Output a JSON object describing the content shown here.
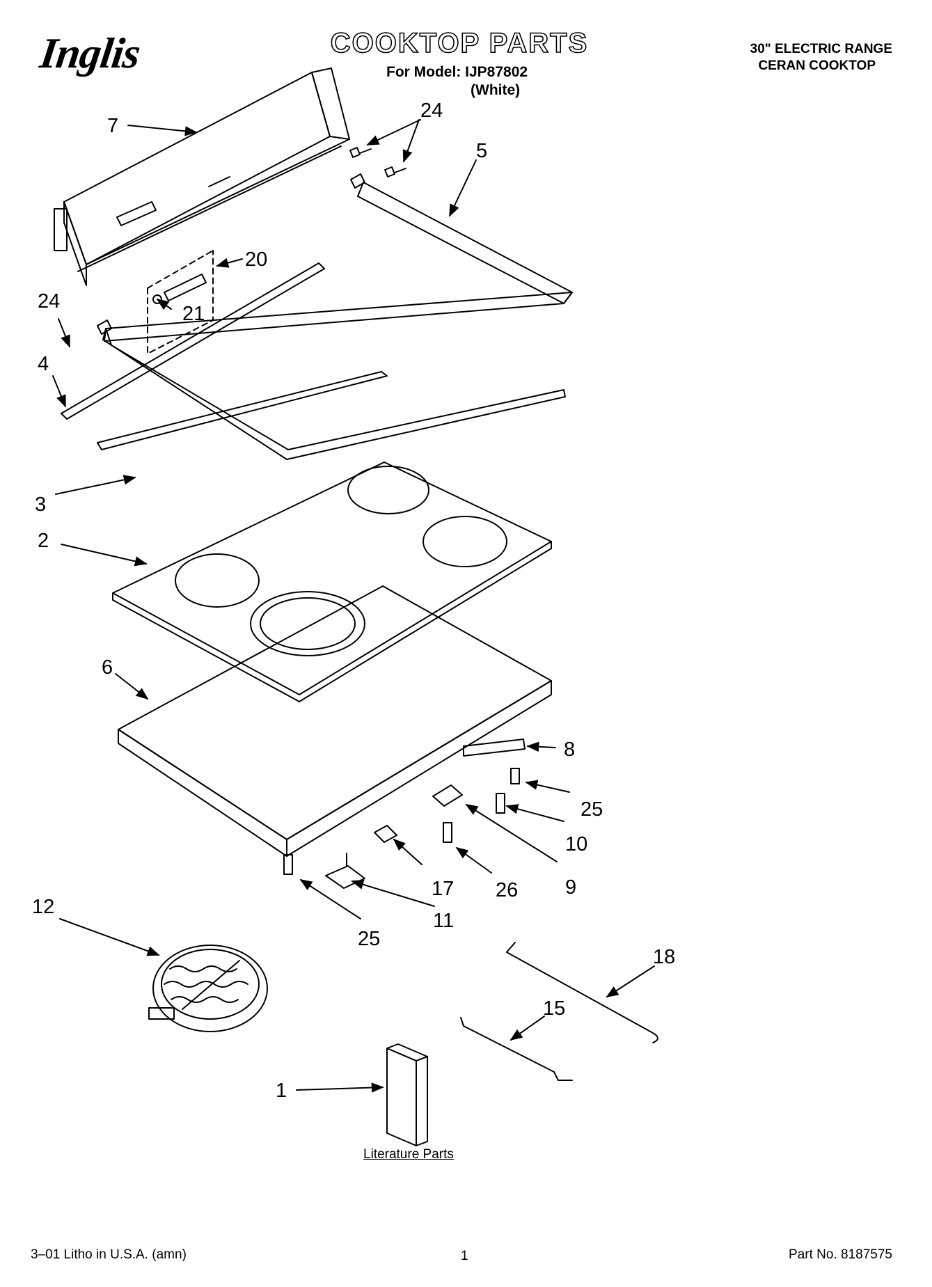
{
  "header": {
    "brand": "Inglis",
    "title": "COOKTOP PARTS",
    "model_line": "For Model: IJP87802",
    "color_line": "(White)",
    "range_type": "30\" ELECTRIC RANGE",
    "cooktop_type": "CERAN COOKTOP"
  },
  "callouts": [
    "7",
    "24",
    "24",
    "5",
    "20",
    "21",
    "4",
    "3",
    "2",
    "6",
    "8",
    "25",
    "10",
    "17",
    "26",
    "9",
    "11",
    "25",
    "12",
    "18",
    "15",
    "1"
  ],
  "literature_label": "Literature Parts",
  "footer": {
    "print_info": "3–01 Litho in U.S.A. (amn)",
    "page_number": "1",
    "part_number": "Part No. 8187575"
  }
}
